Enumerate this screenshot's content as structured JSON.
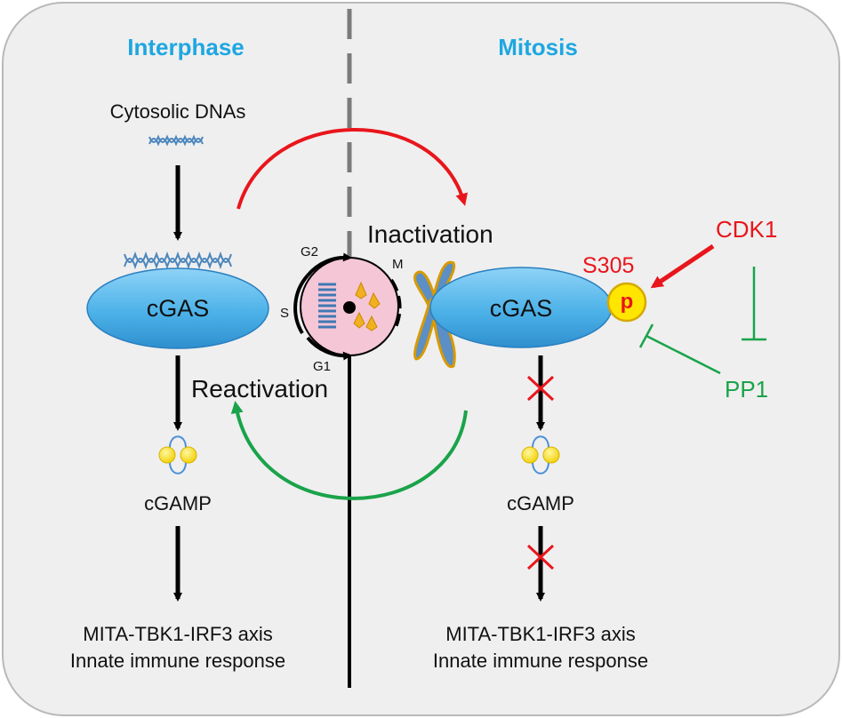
{
  "panels": {
    "left_heading": "Interphase",
    "right_heading": "Mitosis"
  },
  "left": {
    "cytosolic_label": "Cytosolic DNAs",
    "cgas_label": "cGAS",
    "cgamp_label": "cGAMP",
    "output_line1": "MITA-TBK1-IRF3 axis",
    "output_line2": "Innate immune response"
  },
  "right": {
    "cgas_label": "cGAS",
    "cgamp_label": "cGAMP",
    "output_line1": "MITA-TBK1-IRF3 axis",
    "output_line2": "Innate immune response",
    "site_label": "S305",
    "phospho_label": "p",
    "kinase_label": "CDK1",
    "phosphatase_label": "PP1"
  },
  "transitions": {
    "inactivation_label": "Inactivation",
    "reactivation_label": "Reactivation"
  },
  "cell_cycle": {
    "phases": [
      "G2",
      "M",
      "S",
      "G1"
    ]
  },
  "colors": {
    "heading": "#1ea7e1",
    "activate": "#e8161c",
    "inhibit": "#1aa34a",
    "cgas_fill": "#5bb8ea",
    "phospho_fill": "#ffe600",
    "background_panel": "#efefef"
  }
}
